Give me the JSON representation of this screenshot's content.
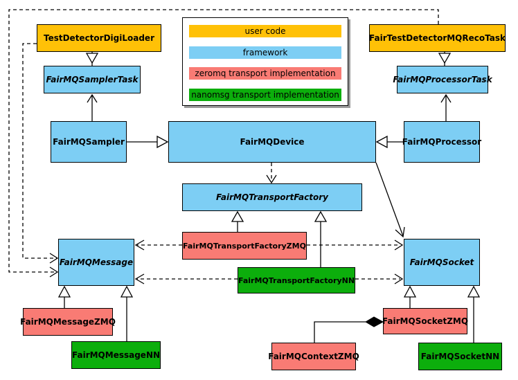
{
  "colors": {
    "user_code": "#FFC107",
    "framework": "#7DCEF4",
    "zeromq": "#F97B74",
    "nanomsg": "#0CAE0C",
    "border": "#000000",
    "background": "#FFFFFF"
  },
  "legend": {
    "items": [
      {
        "label": "user code",
        "category": "user_code"
      },
      {
        "label": "framework",
        "category": "framework"
      },
      {
        "label": "zeromq transport implementation",
        "category": "zeromq"
      },
      {
        "label": "nanomsg transport implementation",
        "category": "nanomsg"
      }
    ]
  },
  "nodes": {
    "digiLoader": {
      "label": "TestDetectorDigiLoader",
      "category": "user_code",
      "abstract": false
    },
    "recoTask": {
      "label": "FairTestDetectorMQRecoTask",
      "category": "user_code",
      "abstract": false
    },
    "samplerTask": {
      "label": "FairMQSamplerTask",
      "category": "framework",
      "abstract": true
    },
    "processorTask": {
      "label": "FairMQProcessorTask",
      "category": "framework",
      "abstract": true
    },
    "sampler": {
      "label": "FairMQSampler",
      "category": "framework",
      "abstract": false
    },
    "device": {
      "label": "FairMQDevice",
      "category": "framework",
      "abstract": false
    },
    "processor": {
      "label": "FairMQProcessor",
      "category": "framework",
      "abstract": false
    },
    "transportFactory": {
      "label": "FairMQTransportFactory",
      "category": "framework",
      "abstract": true
    },
    "transportFactoryZMQ": {
      "label": "FairMQTransportFactoryZMQ",
      "category": "zeromq",
      "abstract": false
    },
    "transportFactoryNN": {
      "label": "FairMQTransportFactoryNN",
      "category": "nanomsg",
      "abstract": false
    },
    "message": {
      "label": "FairMQMessage",
      "category": "framework",
      "abstract": true
    },
    "socket": {
      "label": "FairMQSocket",
      "category": "framework",
      "abstract": true
    },
    "messageZMQ": {
      "label": "FairMQMessageZMQ",
      "category": "zeromq",
      "abstract": false
    },
    "messageNN": {
      "label": "FairMQMessageNN",
      "category": "nanomsg",
      "abstract": false
    },
    "socketZMQ": {
      "label": "FairMQSocketZMQ",
      "category": "zeromq",
      "abstract": false
    },
    "contextZMQ": {
      "label": "FairMQContextZMQ",
      "category": "zeromq",
      "abstract": false
    },
    "socketNN": {
      "label": "FairMQSocketNN",
      "category": "nanomsg",
      "abstract": false
    }
  },
  "edges": [
    {
      "from": "TestDetectorDigiLoader",
      "to": "FairMQSamplerTask",
      "kind": "inheritance"
    },
    {
      "from": "FairTestDetectorMQRecoTask",
      "to": "FairMQProcessorTask",
      "kind": "inheritance"
    },
    {
      "from": "FairMQSampler",
      "to": "FairMQSamplerTask",
      "kind": "generalization-arrow"
    },
    {
      "from": "FairMQProcessor",
      "to": "FairMQProcessorTask",
      "kind": "generalization-arrow"
    },
    {
      "from": "FairMQSampler",
      "to": "FairMQDevice",
      "kind": "inheritance"
    },
    {
      "from": "FairMQProcessor",
      "to": "FairMQDevice",
      "kind": "inheritance"
    },
    {
      "from": "FairMQDevice",
      "to": "FairMQTransportFactory",
      "kind": "dependency"
    },
    {
      "from": "FairMQDevice",
      "to": "FairMQSocket",
      "kind": "association"
    },
    {
      "from": "FairMQTransportFactoryZMQ",
      "to": "FairMQTransportFactory",
      "kind": "inheritance"
    },
    {
      "from": "FairMQTransportFactoryNN",
      "to": "FairMQTransportFactory",
      "kind": "inheritance"
    },
    {
      "from": "FairMQTransportFactoryZMQ",
      "to": "FairMQMessage",
      "kind": "dependency"
    },
    {
      "from": "FairMQTransportFactoryZMQ",
      "to": "FairMQSocket",
      "kind": "dependency"
    },
    {
      "from": "FairMQTransportFactoryNN",
      "to": "FairMQMessage",
      "kind": "dependency"
    },
    {
      "from": "FairMQTransportFactoryNN",
      "to": "FairMQSocket",
      "kind": "dependency"
    },
    {
      "from": "TestDetectorDigiLoader",
      "to": "FairMQMessage",
      "kind": "dependency"
    },
    {
      "from": "FairTestDetectorMQRecoTask",
      "to": "FairMQMessage",
      "kind": "dependency"
    },
    {
      "from": "FairMQMessageZMQ",
      "to": "FairMQMessage",
      "kind": "inheritance"
    },
    {
      "from": "FairMQMessageNN",
      "to": "FairMQMessage",
      "kind": "inheritance"
    },
    {
      "from": "FairMQSocketZMQ",
      "to": "FairMQSocket",
      "kind": "inheritance"
    },
    {
      "from": "FairMQSocketNN",
      "to": "FairMQSocket",
      "kind": "inheritance"
    },
    {
      "from": "FairMQContextZMQ",
      "to": "FairMQSocketZMQ",
      "kind": "composition"
    }
  ]
}
